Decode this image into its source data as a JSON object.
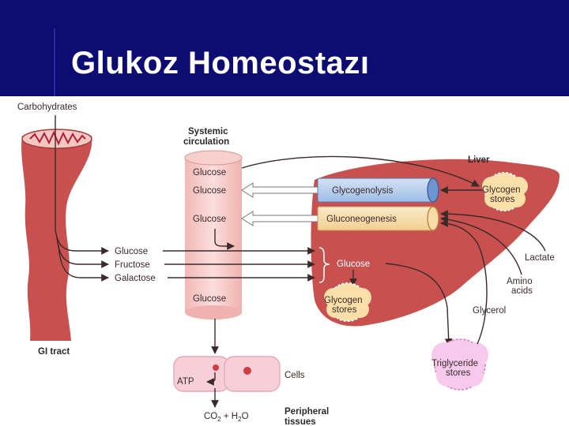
{
  "slide": {
    "title": "Glukoz Homeostazı"
  },
  "colors": {
    "header_bg": "#0c0c72",
    "tissue": "#c8504f",
    "arrow": "#3a2a2a"
  },
  "gi": {
    "carbohydrates": "Carbohydrates",
    "tract": "GI tract"
  },
  "systemic": {
    "line1": "Systemic",
    "line2": "circulation",
    "glucose_top": "Glucose",
    "glucose_2": "Glucose",
    "glucose_3": "Glucose",
    "glucose_bottom": "Glucose"
  },
  "absorbed": {
    "glucose": "Glucose",
    "fructose": "Fructose",
    "galactose": "Galactose"
  },
  "liver": {
    "label": "Liver",
    "glycogenolysis": "Glycogenolysis",
    "gluconeogenesis": "Gluconeogenesis",
    "glycogen_stores_top": {
      "line1": "Glycogen",
      "line2": "stores"
    },
    "glucose": "Glucose",
    "glycogen_stores_bottom": {
      "line1": "Glycogen",
      "line2": "stores"
    }
  },
  "inputs": {
    "lactate": "Lactate",
    "amino_line1": "Amino",
    "amino_line2": "acids",
    "glycerol": "Glycerol"
  },
  "triglyceride": {
    "line1": "Triglyceride",
    "line2": "stores"
  },
  "cells": {
    "label": "Cells",
    "atp": "ATP",
    "co2": "CO",
    "co2_sub": "2",
    "plus": " + H",
    "h2o_sub": "2",
    "o": "O"
  },
  "peripheral": {
    "line1": "Peripheral",
    "line2": "tissues"
  }
}
